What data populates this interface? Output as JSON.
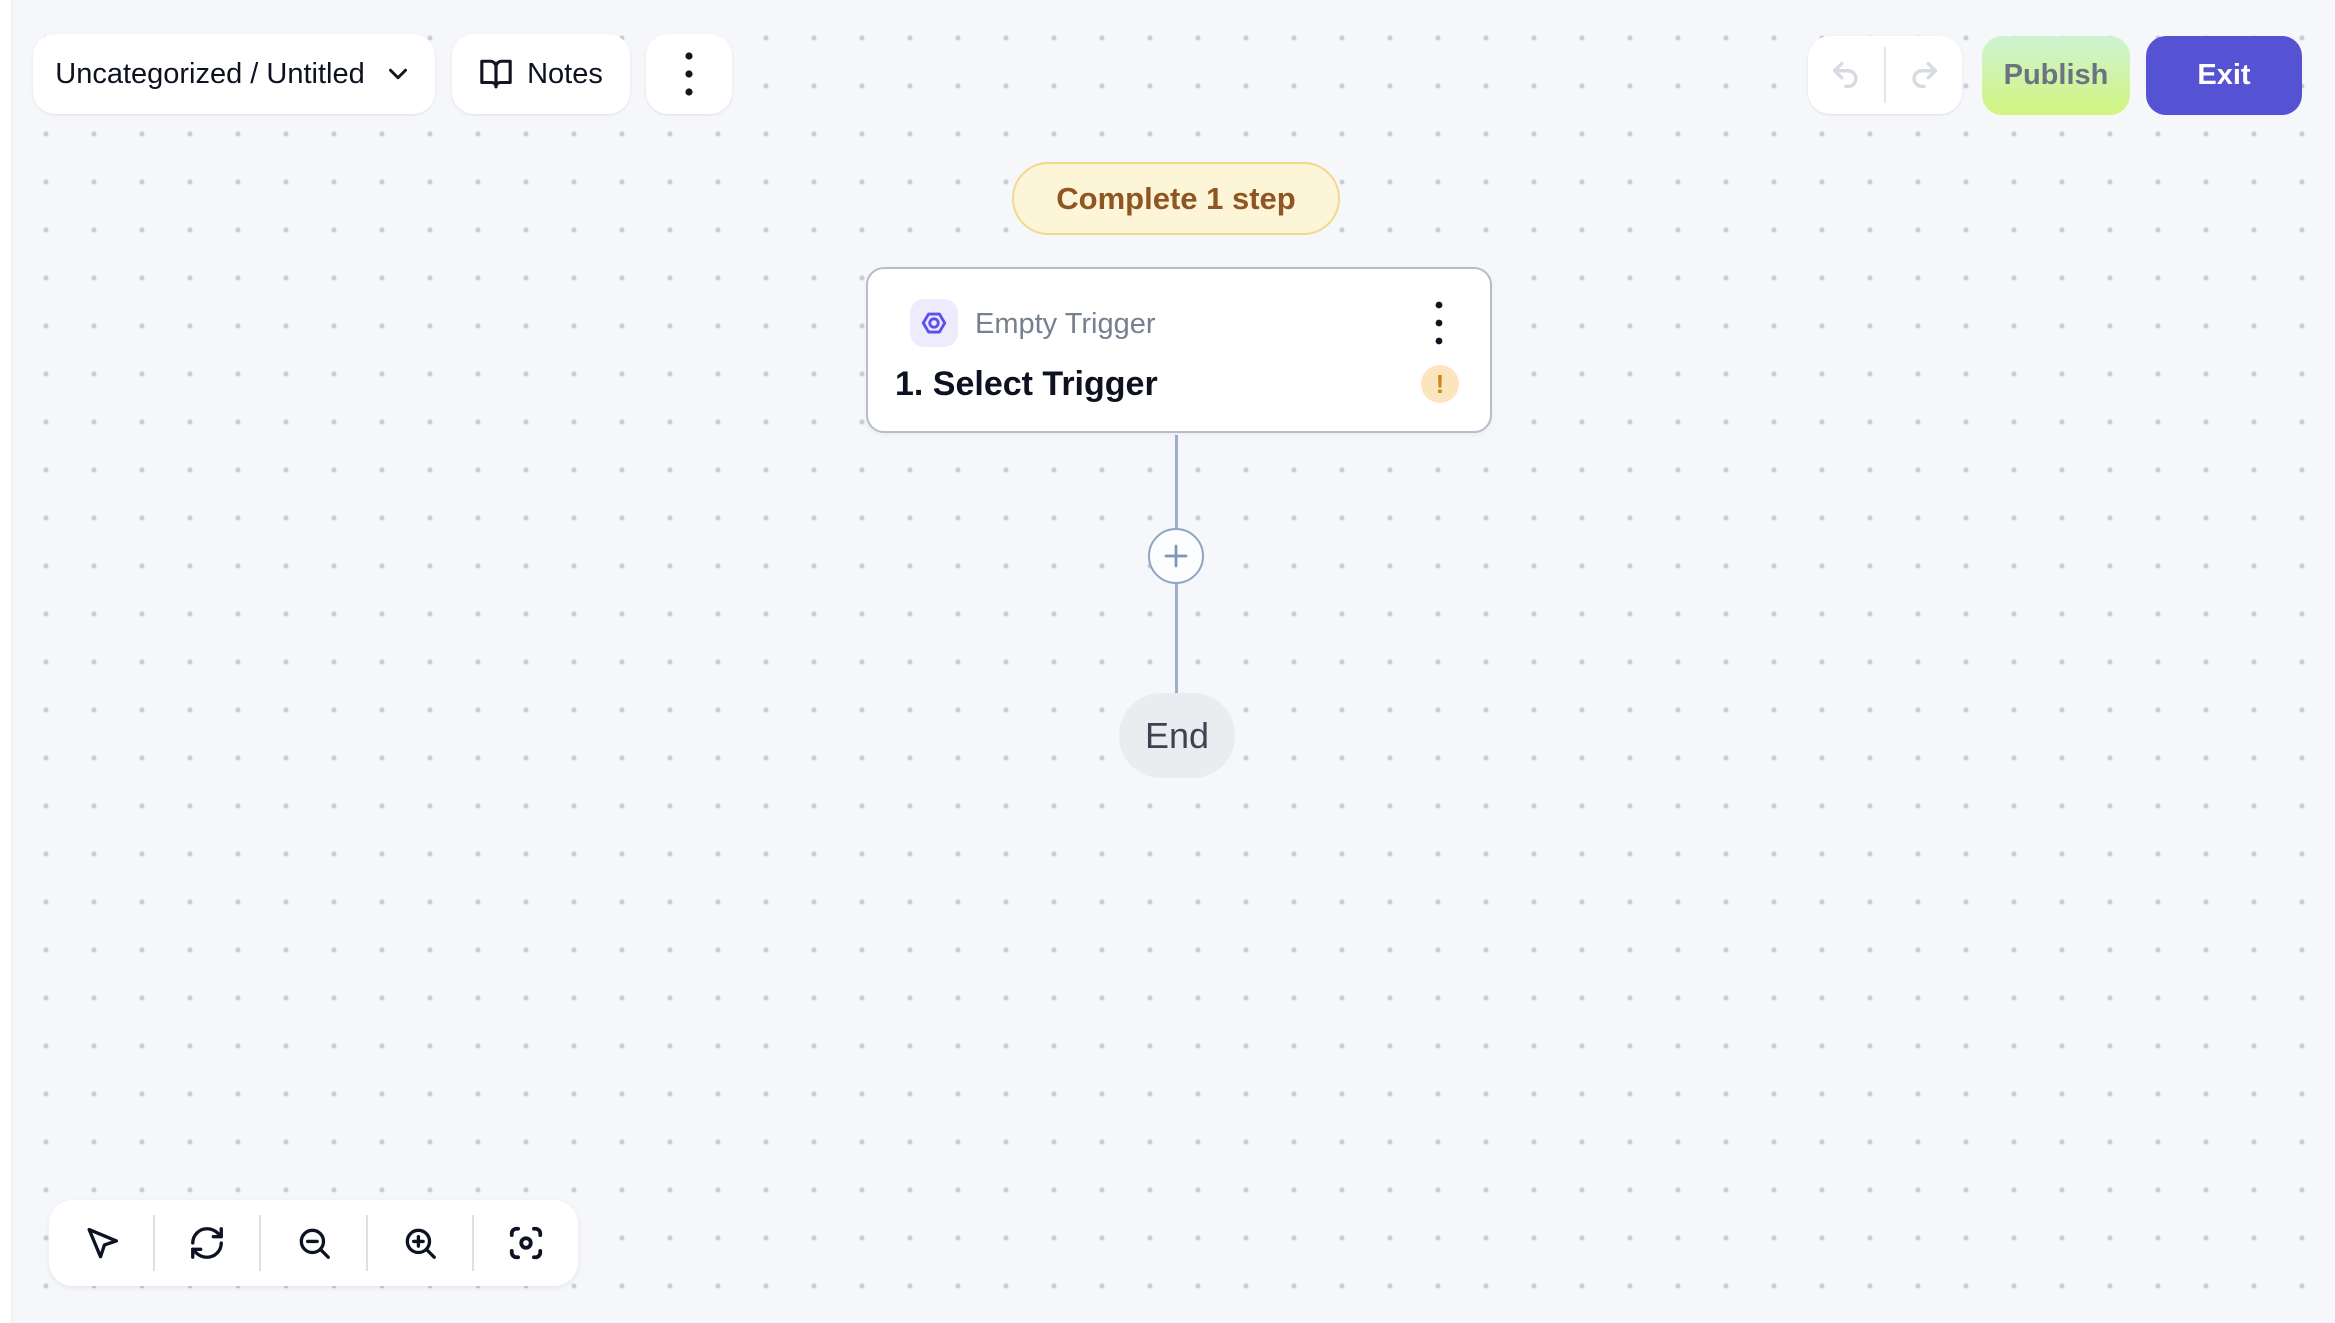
{
  "topbar": {
    "project_selector": {
      "label": "Uncategorized / Untitled"
    },
    "notes_button": {
      "label": "Notes"
    },
    "publish_button": {
      "label": "Publish"
    },
    "exit_button": {
      "label": "Exit"
    }
  },
  "flow": {
    "incomplete_badge": {
      "label": "Complete 1 step"
    },
    "trigger_node": {
      "subtitle": "Empty Trigger",
      "title": "1. Select Trigger",
      "warning_glyph": "!"
    },
    "end_node": {
      "label": "End"
    }
  },
  "icons": {
    "project_selector": "chevron-down-icon",
    "notes": "book-open-icon",
    "topbar_menu": "kebab-menu-icon",
    "history": [
      "undo-icon",
      "redo-icon"
    ],
    "trigger_node": [
      "hexagon-nut-icon",
      "kebab-menu-icon",
      "warning-icon"
    ],
    "add_step": "plus-icon",
    "canvas_toolbar": [
      "cursor-pointer-icon",
      "refresh-icon",
      "zoom-out-icon",
      "zoom-in-icon",
      "focus-center-icon"
    ]
  },
  "colors": {
    "background": "#f6f7fb",
    "dot": "#c9cdd6",
    "surface": "#ffffff",
    "text_primary": "#0e1220",
    "text_secondary": "#76808f",
    "publish_text": "#6b7280",
    "accent_indigo": "#5552d3",
    "publish_top": "#cdf3d2",
    "publish_bottom": "#d3f57e",
    "badge_bg": "#fdf5d8",
    "badge_border": "#f1d88d",
    "badge_text": "#8f5522",
    "node_border": "#b6bdc9",
    "tile_bg": "#eeecfc",
    "tile_fg": "#5b4ff0",
    "warning_bg": "#fbe5bd",
    "warning_fg": "#cd861a",
    "connector": "#9cafc6",
    "end_bg": "#ebecf0",
    "end_text": "#3d4450",
    "toolbar_icon": "#0d1322",
    "disabled_icon": "#d7dae1"
  }
}
